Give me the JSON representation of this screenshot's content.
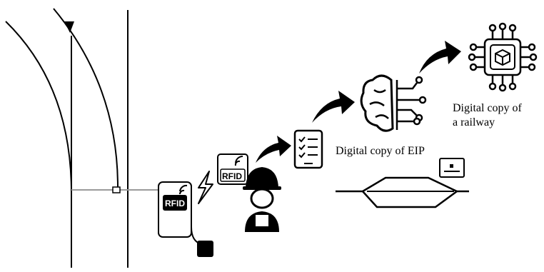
{
  "labels": {
    "digital_copy_eip": "Digital copy of EIP",
    "digital_copy_railway_line1": "Digital copy of",
    "digital_copy_railway_line2": "a railway"
  },
  "badges": {
    "rfid_tag": "RFID",
    "rfid_reader": "RFID"
  },
  "icons": {
    "track_switch": "railway-switch-icon",
    "rfid_device": "rfid-device-icon",
    "wireless": "lightning-icon",
    "worker": "worker-icon",
    "checklist": "tablet-checklist-icon",
    "brain": "brain-circuit-icon",
    "chip": "cube-chip-icon",
    "arrows": "curved-arrow-icon",
    "eip_model": "turnout-model-icon",
    "monitor": "monitor-icon"
  },
  "colors": {
    "ink": "#000000",
    "background": "#ffffff",
    "track_gray": "#9a9a9a"
  }
}
